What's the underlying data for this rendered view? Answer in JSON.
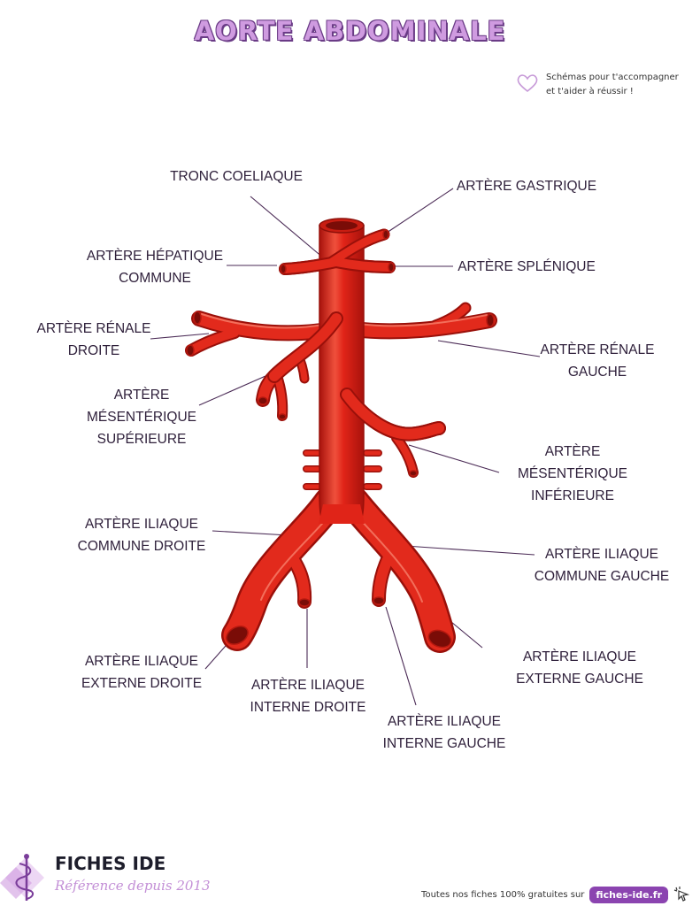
{
  "title": "AORTE ABDOMINALE",
  "tagline": [
    "Schémas pour t'accompagner",
    "et t'aider à réussir !"
  ],
  "labels": {
    "tronc_coeliaque": [
      "TRONC COELIAQUE"
    ],
    "artere_gastrique": [
      "ARTÈRE GASTRIQUE"
    ],
    "artere_hepatique": [
      "ARTÈRE HÉPATIQUE",
      "COMMUNE"
    ],
    "artere_splenique": [
      "ARTÈRE SPLÉNIQUE"
    ],
    "renale_droite": [
      "ARTÈRE RÉNALE",
      "DROITE"
    ],
    "renale_gauche": [
      "ARTÈRE RÉNALE",
      "GAUCHE"
    ],
    "mesenterique_sup": [
      "ARTÈRE",
      "MÉSENTÉRIQUE",
      "SUPÉRIEURE"
    ],
    "mesenterique_inf": [
      "ARTÈRE",
      "MÉSENTÉRIQUE",
      "INFÉRIEURE"
    ],
    "iliaque_commune_droite": [
      "ARTÈRE ILIAQUE",
      "COMMUNE DROITE"
    ],
    "iliaque_commune_gauche": [
      "ARTÈRE ILIAQUE",
      "COMMUNE GAUCHE"
    ],
    "iliaque_externe_droite": [
      "ARTÈRE ILIAQUE",
      "EXTERNE DROITE"
    ],
    "iliaque_externe_gauche": [
      "ARTÈRE ILIAQUE",
      "EXTERNE GAUCHE"
    ],
    "iliaque_interne_droite": [
      "ARTÈRE ILIAQUE",
      "INTERNE DROITE"
    ],
    "iliaque_interne_gauche": [
      "ARTÈRE ILIAQUE",
      "INTERNE GAUCHE"
    ]
  },
  "brand": {
    "name": "FICHES IDE",
    "since": "Référence depuis 2013"
  },
  "footer": {
    "text": "Toutes nos fiches 100% gratuites sur",
    "site": "fiches-ide.fr"
  },
  "colors": {
    "artery": "#e02418",
    "artery_dark": "#a8120c",
    "artery_light": "#f26a55",
    "title": "#cf9be0",
    "accent": "#8b44b0"
  }
}
